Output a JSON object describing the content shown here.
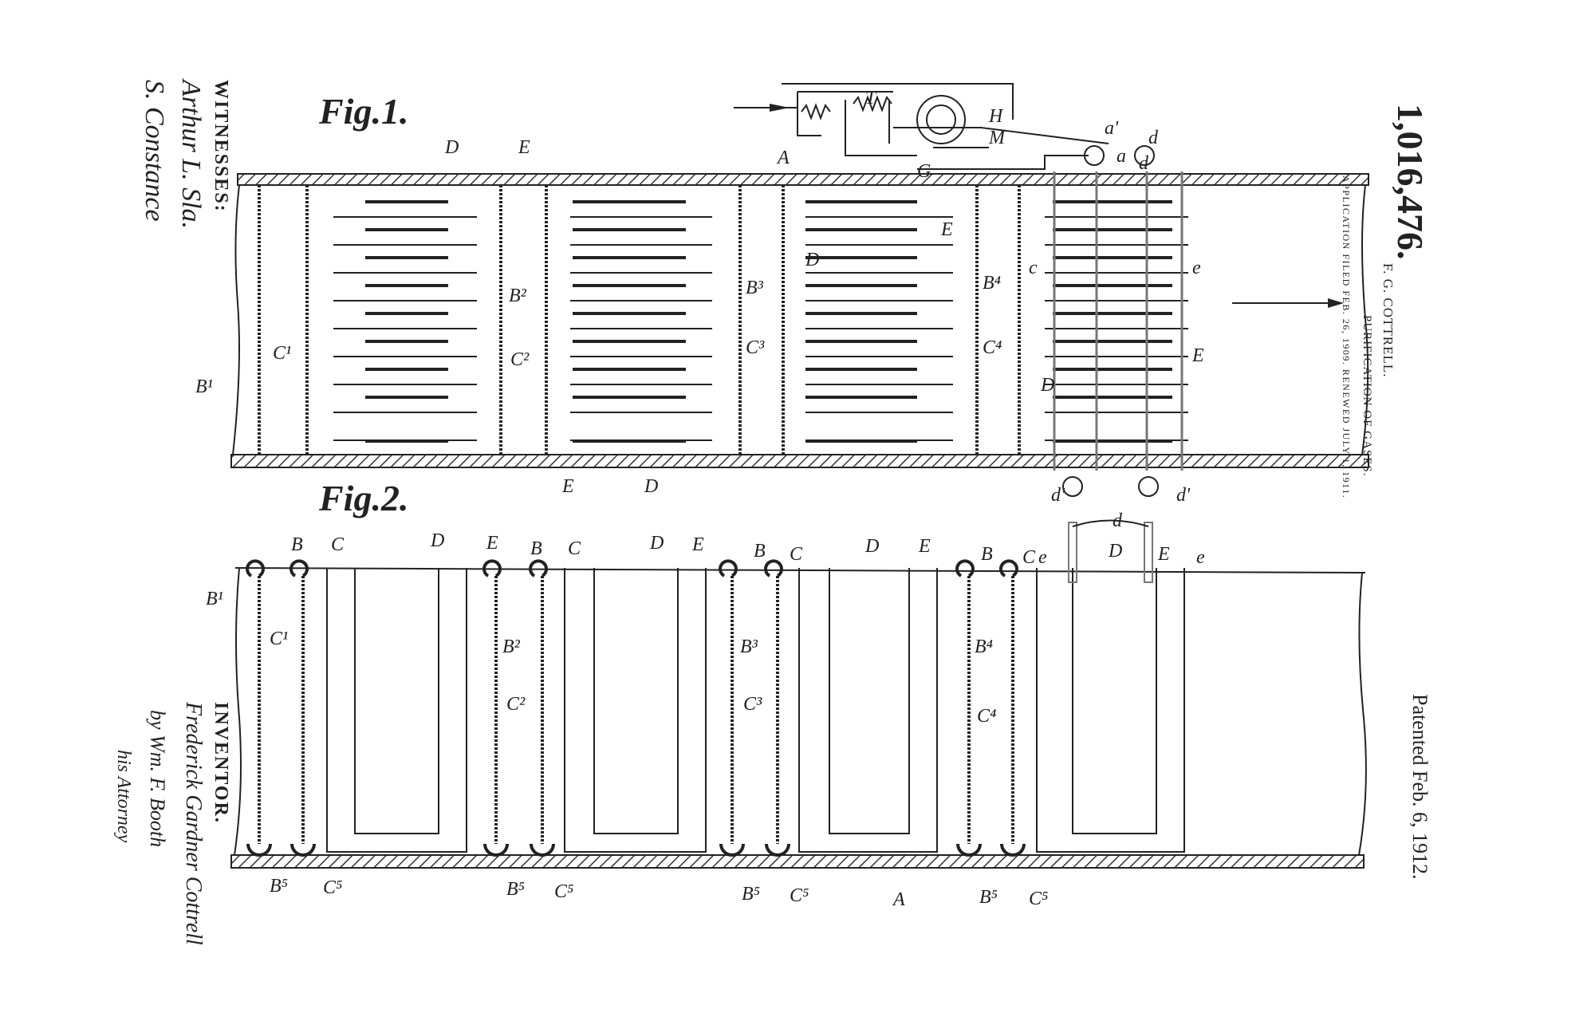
{
  "header": {
    "patent_number": "1,016,476.",
    "inventor": "F. G. COTTRELL.",
    "title": "PURIFICATION OF GASES.",
    "application": "APPLICATION FILED FEB. 26, 1909. RENEWED JULY 1, 1911.",
    "patented": "Patented Feb. 6, 1912."
  },
  "witnesses": {
    "heading": "WITNESSES:",
    "signatures": [
      "Arthur L. Sla.",
      "S. Constance"
    ]
  },
  "inventor_block": {
    "heading": "INVENTOR.",
    "signature": "Frederick Gardner Cottrell",
    "by": "by Wm. F. Booth",
    "attorney": "his Attorney"
  },
  "figures": {
    "fig1": "Fig.1.",
    "fig2": "Fig.2."
  },
  "labels": {
    "fig1": [
      "D",
      "E",
      "A",
      "B¹",
      "C¹",
      "B²",
      "C²",
      "B³",
      "C³",
      "B⁴",
      "C⁴",
      "E",
      "D",
      "c",
      "e",
      "E",
      "D",
      "E",
      "D",
      "a'",
      "a",
      "d",
      "d",
      "d'",
      "d'",
      "T",
      "H",
      "M",
      "G"
    ],
    "fig2": [
      "B",
      "C",
      "D",
      "E",
      "B",
      "C",
      "D",
      "E",
      "B",
      "C",
      "D",
      "E",
      "B",
      "C",
      "e",
      "D",
      "E",
      "e",
      "d",
      "B¹",
      "C¹",
      "B²",
      "C²",
      "B³",
      "C³",
      "B⁴",
      "C⁴",
      "B⁵",
      "C⁵",
      "B⁵",
      "C⁵",
      "B⁵",
      "C⁵",
      "A",
      "B⁵",
      "C⁵"
    ]
  },
  "colors": {
    "ink": "#222222",
    "paper": "#ffffff"
  }
}
